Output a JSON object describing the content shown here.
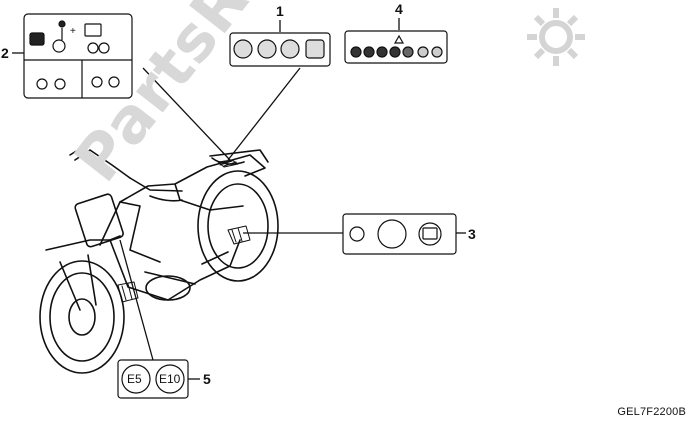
{
  "watermark": {
    "text": "PartsRepublik"
  },
  "callouts": [
    "1",
    "2",
    "3",
    "4",
    "5"
  ],
  "label5": {
    "left": "E5",
    "right": "E10"
  },
  "part_code": "GEL7F2200B"
}
